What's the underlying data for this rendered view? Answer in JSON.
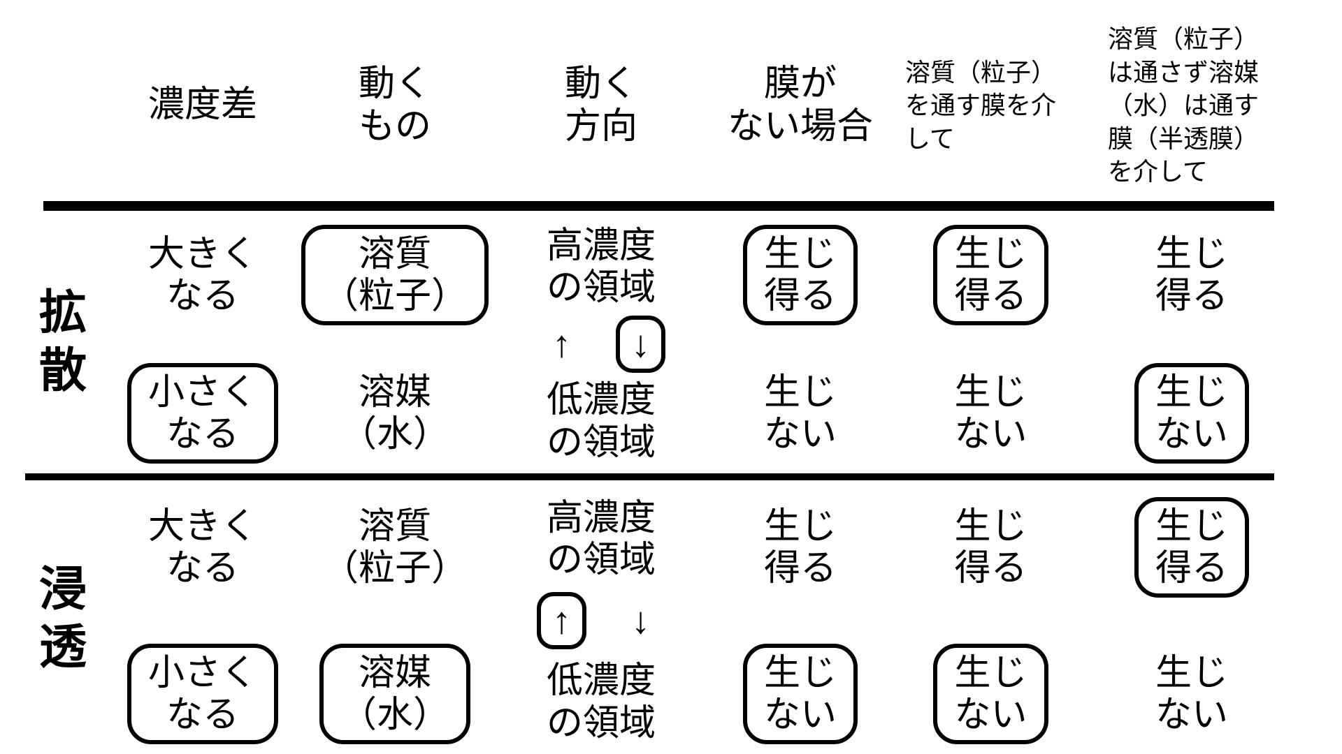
{
  "colors": {
    "text": "#000000",
    "background": "#ffffff",
    "rule": "#000000"
  },
  "table": {
    "headers": {
      "concentration_difference": "濃度差",
      "moving_substance": "動く\nもの",
      "moving_direction": "動く\n方向",
      "no_membrane": "膜が\nない場合",
      "solute_permeable_membrane": "溶質（粒子）\nを通す膜を介\nして",
      "semipermeable_membrane": "溶質（粒子）\nは通さず溶媒\n（水）は通す\n膜（半透膜）\nを介して"
    },
    "rows": [
      {
        "label": "拡散",
        "concentration_difference": {
          "top": {
            "text": "大きく\nなる",
            "circled": false
          },
          "bottom": {
            "text": "小さく\nなる",
            "circled": true
          }
        },
        "moving_substance": {
          "top": {
            "text": "溶質\n（粒子）",
            "circled": true
          },
          "bottom": {
            "text": "溶媒\n（水）",
            "circled": false
          }
        },
        "moving_direction": {
          "high": "高濃度\nの領域",
          "up_arrow": {
            "symbol": "↑",
            "circled": false
          },
          "down_arrow": {
            "symbol": "↓",
            "circled": true
          },
          "low": "低濃度\nの領域"
        },
        "no_membrane": {
          "top": {
            "text": "生じ\n得る",
            "circled": true
          },
          "bottom": {
            "text": "生じ\nない",
            "circled": false
          }
        },
        "solute_permeable_membrane": {
          "top": {
            "text": "生じ\n得る",
            "circled": true
          },
          "bottom": {
            "text": "生じ\nない",
            "circled": false
          }
        },
        "semipermeable_membrane": {
          "top": {
            "text": "生じ\n得る",
            "circled": false
          },
          "bottom": {
            "text": "生じ\nない",
            "circled": true
          }
        }
      },
      {
        "label": "浸透",
        "concentration_difference": {
          "top": {
            "text": "大きく\nなる",
            "circled": false
          },
          "bottom": {
            "text": "小さく\nなる",
            "circled": true
          }
        },
        "moving_substance": {
          "top": {
            "text": "溶質\n（粒子）",
            "circled": false
          },
          "bottom": {
            "text": "溶媒\n（水）",
            "circled": true
          }
        },
        "moving_direction": {
          "high": "高濃度\nの領域",
          "up_arrow": {
            "symbol": "↑",
            "circled": true
          },
          "down_arrow": {
            "symbol": "↓",
            "circled": false
          },
          "low": "低濃度\nの領域"
        },
        "no_membrane": {
          "top": {
            "text": "生じ\n得る",
            "circled": false
          },
          "bottom": {
            "text": "生じ\nない",
            "circled": true
          }
        },
        "solute_permeable_membrane": {
          "top": {
            "text": "生じ\n得る",
            "circled": false
          },
          "bottom": {
            "text": "生じ\nない",
            "circled": true
          }
        },
        "semipermeable_membrane": {
          "top": {
            "text": "生じ\n得る",
            "circled": true
          },
          "bottom": {
            "text": "生じ\nない",
            "circled": false
          }
        }
      }
    ]
  }
}
